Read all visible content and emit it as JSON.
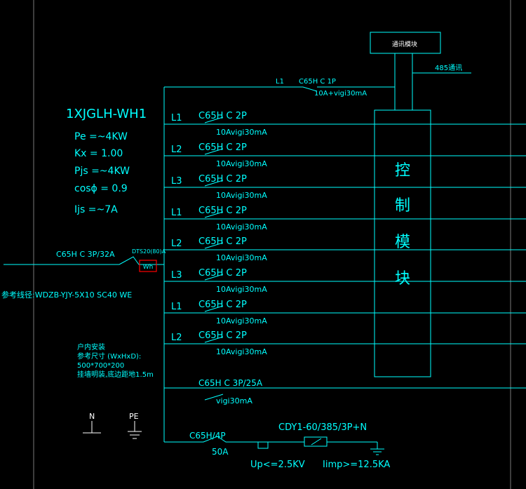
{
  "colors": {
    "background": "#000000",
    "line": "#00ffff",
    "text": "#00ffff",
    "grid": "#7a7a7a",
    "module_text": "#ffffff",
    "meter_box": "#ff0000",
    "ground": "#ffffff"
  },
  "comm_module": {
    "label": "通讯模块"
  },
  "rs485": {
    "label": "485通讯"
  },
  "branch_top": {
    "phase": "L1",
    "breaker": "C65H C 1P",
    "rcd": "10A+vigi30mA"
  },
  "panel": {
    "name": "1XJGLH-WH1",
    "pe": "Pe =~4KW",
    "kx": "Kx = 1.00",
    "pjs": "Pjs =~4KW",
    "cos": "cosϕ = 0.9",
    "ijs": "Ijs =~7A"
  },
  "incoming": {
    "breaker": "C65H C 3P/32A",
    "meter_model": "DTS20(80)A",
    "meter_label": "Wh",
    "cable": "参考线径:WDZB-YJY-5X10  SC40 WE"
  },
  "branches": [
    {
      "phase": "L1",
      "breaker": "C65H C 2P",
      "rcd": "10Avigi30mA"
    },
    {
      "phase": "L2",
      "breaker": "C65H C 2P",
      "rcd": "10Avigi30mA"
    },
    {
      "phase": "L3",
      "breaker": "C65H C 2P",
      "rcd": "10Avigi30mA"
    },
    {
      "phase": "L1",
      "breaker": "C65H C 2P",
      "rcd": "10Avigi30mA"
    },
    {
      "phase": "L2",
      "breaker": "C65H C 2P",
      "rcd": "10Avigi30mA"
    },
    {
      "phase": "L3",
      "breaker": "C65H C 2P",
      "rcd": "10Avigi30mA"
    },
    {
      "phase": "L1",
      "breaker": "C65H C 2P",
      "rcd": "10Avigi30mA"
    },
    {
      "phase": "L2",
      "breaker": "C65H C 2P",
      "rcd": "10Avigi30mA"
    }
  ],
  "branch_3p": {
    "breaker": "C65H C 3P/25A",
    "rcd": "vigi30mA"
  },
  "control_module": {
    "chars": [
      "控",
      "制",
      "模",
      "块"
    ]
  },
  "install_note": [
    "户内安装",
    "参考尺寸 (WxHxD):",
    "500*700*200",
    "挂墙明装,底边距地1.5m"
  ],
  "n_terminal": "N",
  "pe_terminal": "PE",
  "spd": {
    "breaker": "C65H/4P",
    "rating": "50A",
    "model": "CDY1-60/385/3P+N",
    "up": "Up<=2.5KV",
    "iimp": "Iimp>=12.5KA"
  }
}
